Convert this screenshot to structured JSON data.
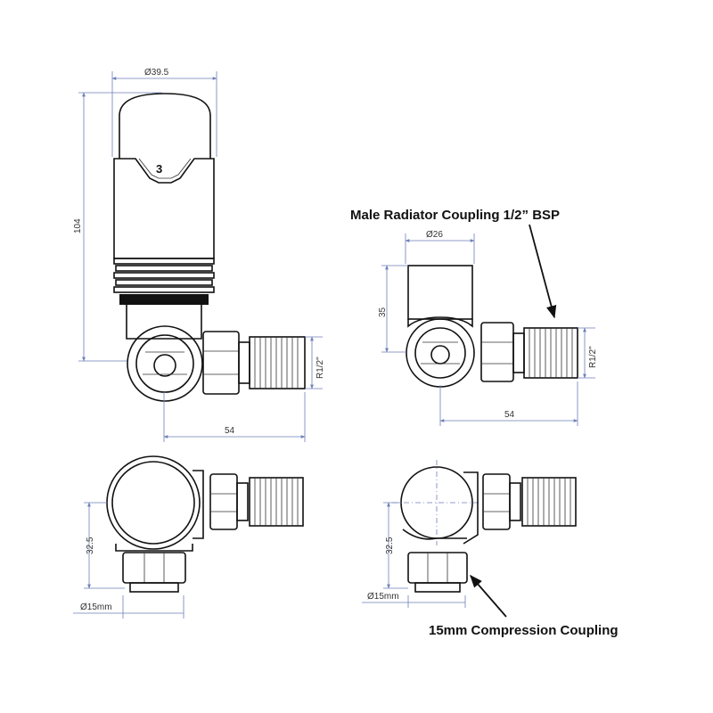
{
  "dimensions": {
    "top_diameter": "Ø39.5",
    "head_height": "104",
    "thread_left": "R1/2\"",
    "length_left": "54",
    "body_diameter": "Ø26",
    "body_height": "35",
    "thread_right": "R1/2\"",
    "length_right": "54",
    "depth_left": "32.5",
    "pipe_left": "Ø15mm",
    "depth_right": "32.5",
    "pipe_right": "Ø15mm"
  },
  "labels": {
    "head_number": "3",
    "male_coupling": "Male Radiator Coupling 1/2” BSP",
    "compression_coupling": "15mm Compression Coupling"
  }
}
